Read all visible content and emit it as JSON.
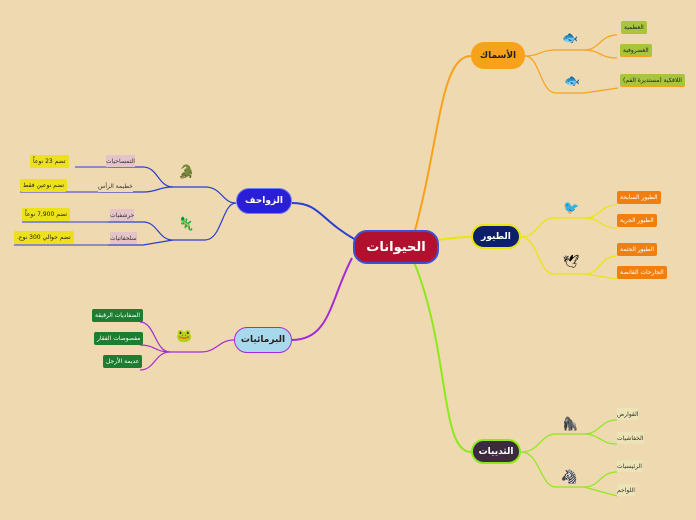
{
  "central": {
    "label": "الحيوانات"
  },
  "branches": {
    "fish": {
      "label": "الأسماك",
      "color": "#f7a21b",
      "leaves": [
        "العظمية",
        "الغضروفية",
        "اللافكية (مستديرة الفم)"
      ],
      "icons": [
        "fish-icon",
        "fish-icon"
      ]
    },
    "birds": {
      "label": "الطيور",
      "color": "#e9e60a",
      "leaves": [
        "الطيور السابحة",
        "الطيور الجرية",
        "الطيور الجثمة",
        "الجارحات القانصة"
      ],
      "icons": [
        "bird-icon",
        "bird-icon"
      ]
    },
    "mammals": {
      "label": "الثدييات",
      "color": "#8de81c",
      "leaves": [
        "القوارض",
        "الخفاشيات",
        "الرئيسيات",
        "اللواحم"
      ],
      "icons": [
        "gorilla-icon",
        "zebra-icon"
      ]
    },
    "reptiles": {
      "label": "الزواحف",
      "color": "#2a3ed1",
      "groups": [
        "التمساحيات",
        "خطيمة الرأس",
        "حرشفيات",
        "سلحفاتيات"
      ],
      "notes": [
        "تضم 23 نوعاً",
        "تضم نوعين فقط",
        "تضم 7,900 نوعاً",
        "تضم حوالي 300 نوع."
      ],
      "icons": [
        "crocodile-icon",
        "lizard-icon"
      ]
    },
    "amphibians": {
      "label": "البرمائيات",
      "color": "#a52bd6",
      "leaves": [
        "الضفاديات الرقيقة",
        "مفصوصات الفقار",
        "عديمة الأرجل"
      ],
      "icons": [
        "frog-icon"
      ]
    }
  }
}
